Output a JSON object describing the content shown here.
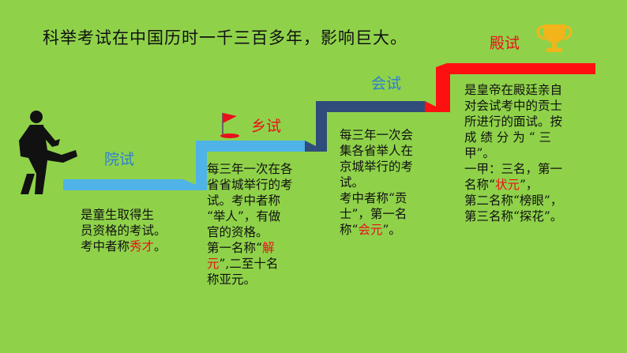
{
  "title": "科举考试在中国历时一千三百多年，影响巨大。",
  "stages": {
    "yuanshi": {
      "label": "院试",
      "color": "#2e7fd1"
    },
    "xiangshi": {
      "label": "乡试",
      "color": "#e8101a"
    },
    "huishi": {
      "label": "会试",
      "color": "#2e7fd1"
    },
    "dianshi": {
      "label": "殿试",
      "color": "#e8101a"
    }
  },
  "colors": {
    "background": "#8fd24a",
    "step_blue": "#4fb3e8",
    "step_navy": "#2f4c7a",
    "step_red": "#ff1010",
    "highlight": "#e8101a",
    "trophy": "#f2b41a"
  },
  "icons": [
    "walking-man-icon",
    "red-flag-icon",
    "trophy-icon"
  ],
  "texts": {
    "yuanshi": {
      "lines": [
        "是童生取得生",
        "员资格的考试。"
      ],
      "name_prefix": "考中者称",
      "name": "秀才",
      "name_suffix": "。"
    },
    "xiangshi": {
      "lines": [
        "每三年一次在各",
        "省省城举行的考",
        "试。考中者称",
        "“举人”，有做",
        "官的资格。"
      ],
      "first_prefix": "第一名称“",
      "first_name": "解",
      "first_name2": "元",
      "first_suffix": "”,二至十名",
      "last_line": "称亚元。"
    },
    "huishi": {
      "lines": [
        "每三年一次会",
        "集各省举人在",
        "京城举行的考",
        "试。",
        "考中者称“贡",
        "士”，第一名"
      ],
      "name_prefix": "称“",
      "name": "会元",
      "name_suffix": "”。"
    },
    "dianshi": {
      "lines": [
        "是皇帝在殿廷亲自",
        "对会试考中的贡士",
        "所进行的面试。按",
        "成 绩 分 为 “ 三",
        "甲”。",
        "一甲：三名，第一"
      ],
      "first_prefix": "名称“",
      "first_name": "状元",
      "first_suffix": "”，",
      "second": "第二名称“榜眼”，",
      "third": "第三名称“探花”。"
    }
  }
}
